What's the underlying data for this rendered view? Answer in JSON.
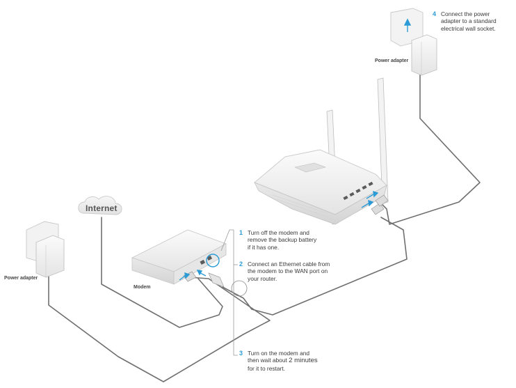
{
  "internet_label": "Internet",
  "modem_label": "Modem",
  "power_adapter_left_label": "Power adapter",
  "power_adapter_right_label": "Power adapter",
  "steps": [
    {
      "number": "1",
      "lines": [
        "Turn off the modem and",
        "remove the backup battery",
        "if it has one."
      ]
    },
    {
      "number": "2",
      "lines": [
        "Connect an Ethernet cable from",
        "the modem to the WAN port on",
        "your router."
      ]
    },
    {
      "number": "3",
      "lines": [
        "Turn on the modem and",
        "then wait about",
        "2 minutes",
        "for it to restart."
      ]
    },
    {
      "number": "4",
      "lines": [
        "Connect the  power",
        "adapter to a standard",
        "electrical wall socket."
      ]
    }
  ],
  "colors": {
    "accent": "#2b9bd6",
    "cable": "#6f6f6f",
    "device": "#f2f2f2",
    "outline": "#c9c9c9"
  }
}
